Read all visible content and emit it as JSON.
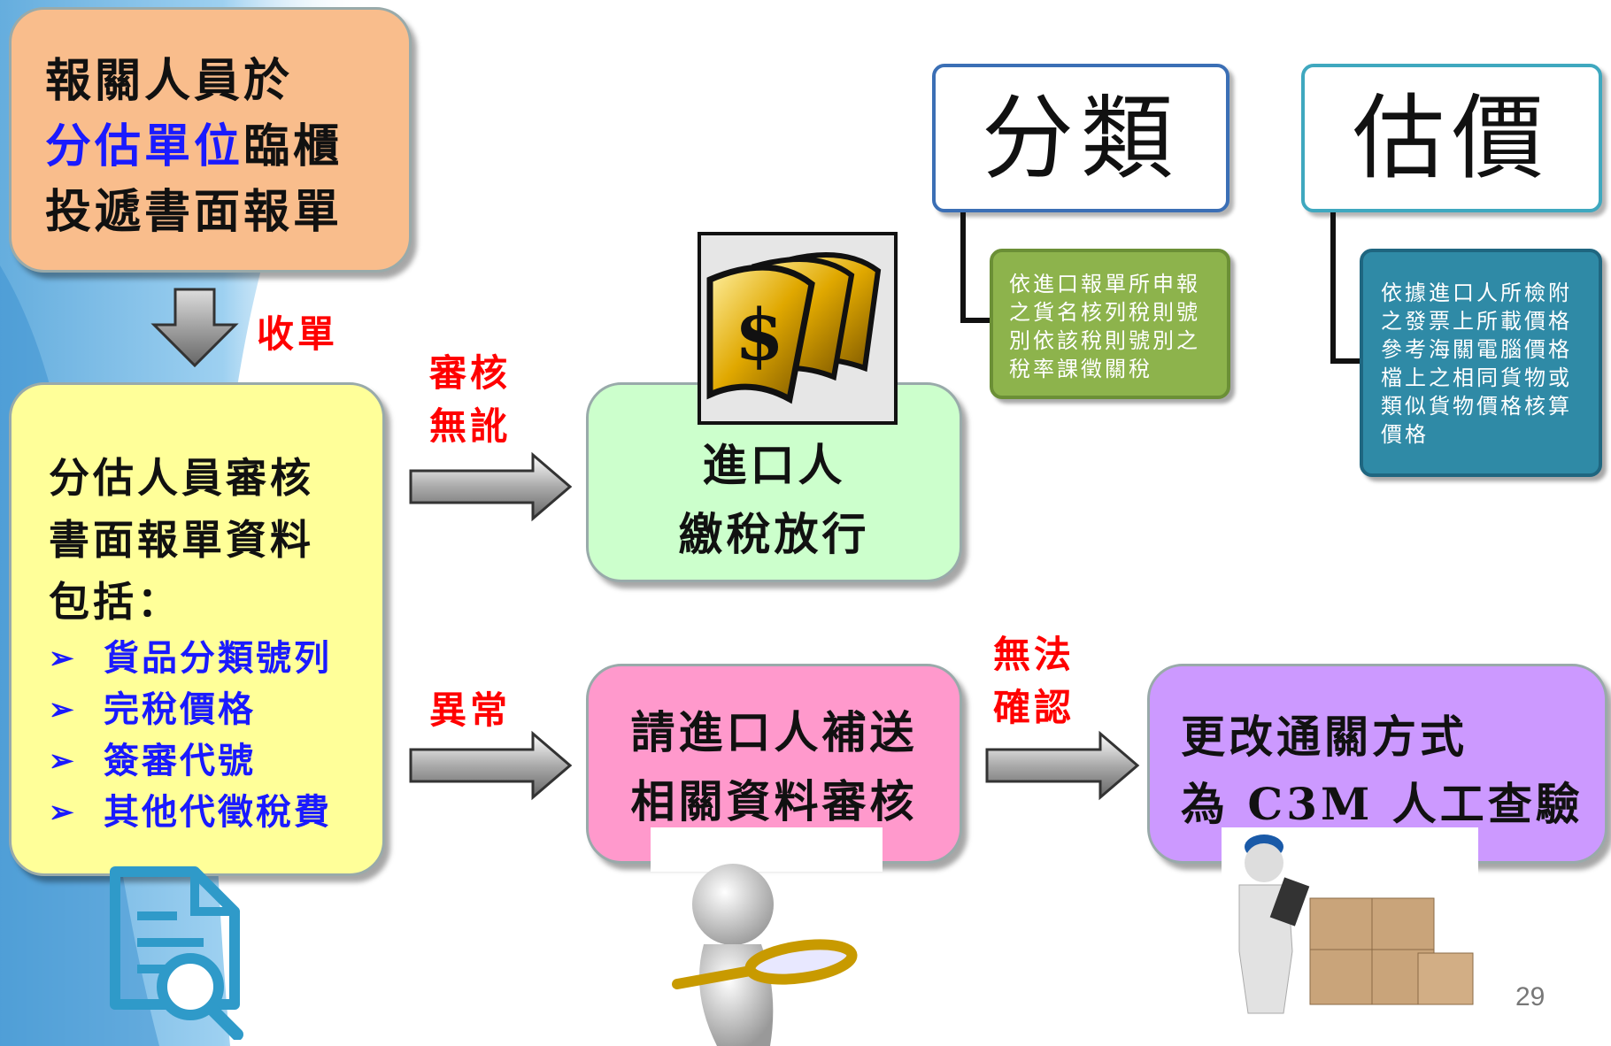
{
  "step1": {
    "line1": "報關人員於",
    "line2_highlight": "分估單位",
    "line2_rest": "臨櫃",
    "line3": "投遞書面報單"
  },
  "label_receive": "收單",
  "step2": {
    "lines": [
      "分估人員審核",
      "書面報單資料",
      "包括："
    ],
    "bullet_symbol": "➢",
    "bullets": [
      "貨品分類號列",
      "完稅價格",
      "簽審代號",
      "其他代徵稅費"
    ]
  },
  "label_approved": [
    "審核",
    "無訛"
  ],
  "label_abnormal": "異常",
  "label_unconfirmed": [
    "無法",
    "確認"
  ],
  "result_release": [
    "進口人",
    "繳稅放行"
  ],
  "result_supplement": [
    "請進口人補送",
    "相關資料審核"
  ],
  "result_c3m": [
    "更改通關方式",
    "為 C3M 人工查驗"
  ],
  "classification": {
    "title": "分類",
    "note": [
      "依進口報單所申報",
      "之貨名核列稅則號",
      "別依該稅則號別之",
      "稅率課徵關稅"
    ]
  },
  "valuation": {
    "title": "估價",
    "note": [
      "依據進口人所檢附",
      "之發票上所載價格",
      "參考海關電腦價格",
      "檔上之相同貨物或",
      "類似貨物價格核算",
      "價格"
    ]
  },
  "page_number": "29",
  "colors": {
    "step1_bg": "#f9bd8c",
    "step2_bg": "#ffff99",
    "release_bg": "#ccffcc",
    "supplement_bg": "#ff99cc",
    "c3m_bg": "#cc99ff",
    "classification_note_bg": "#8db34c",
    "valuation_note_bg": "#2f8aa6",
    "highlight_blue": "#1a1aff",
    "label_red": "#ff0000"
  },
  "icons": [
    "money-icon",
    "document-search-icon",
    "magnifier-person-icon",
    "inspector-boxes-icon"
  ]
}
